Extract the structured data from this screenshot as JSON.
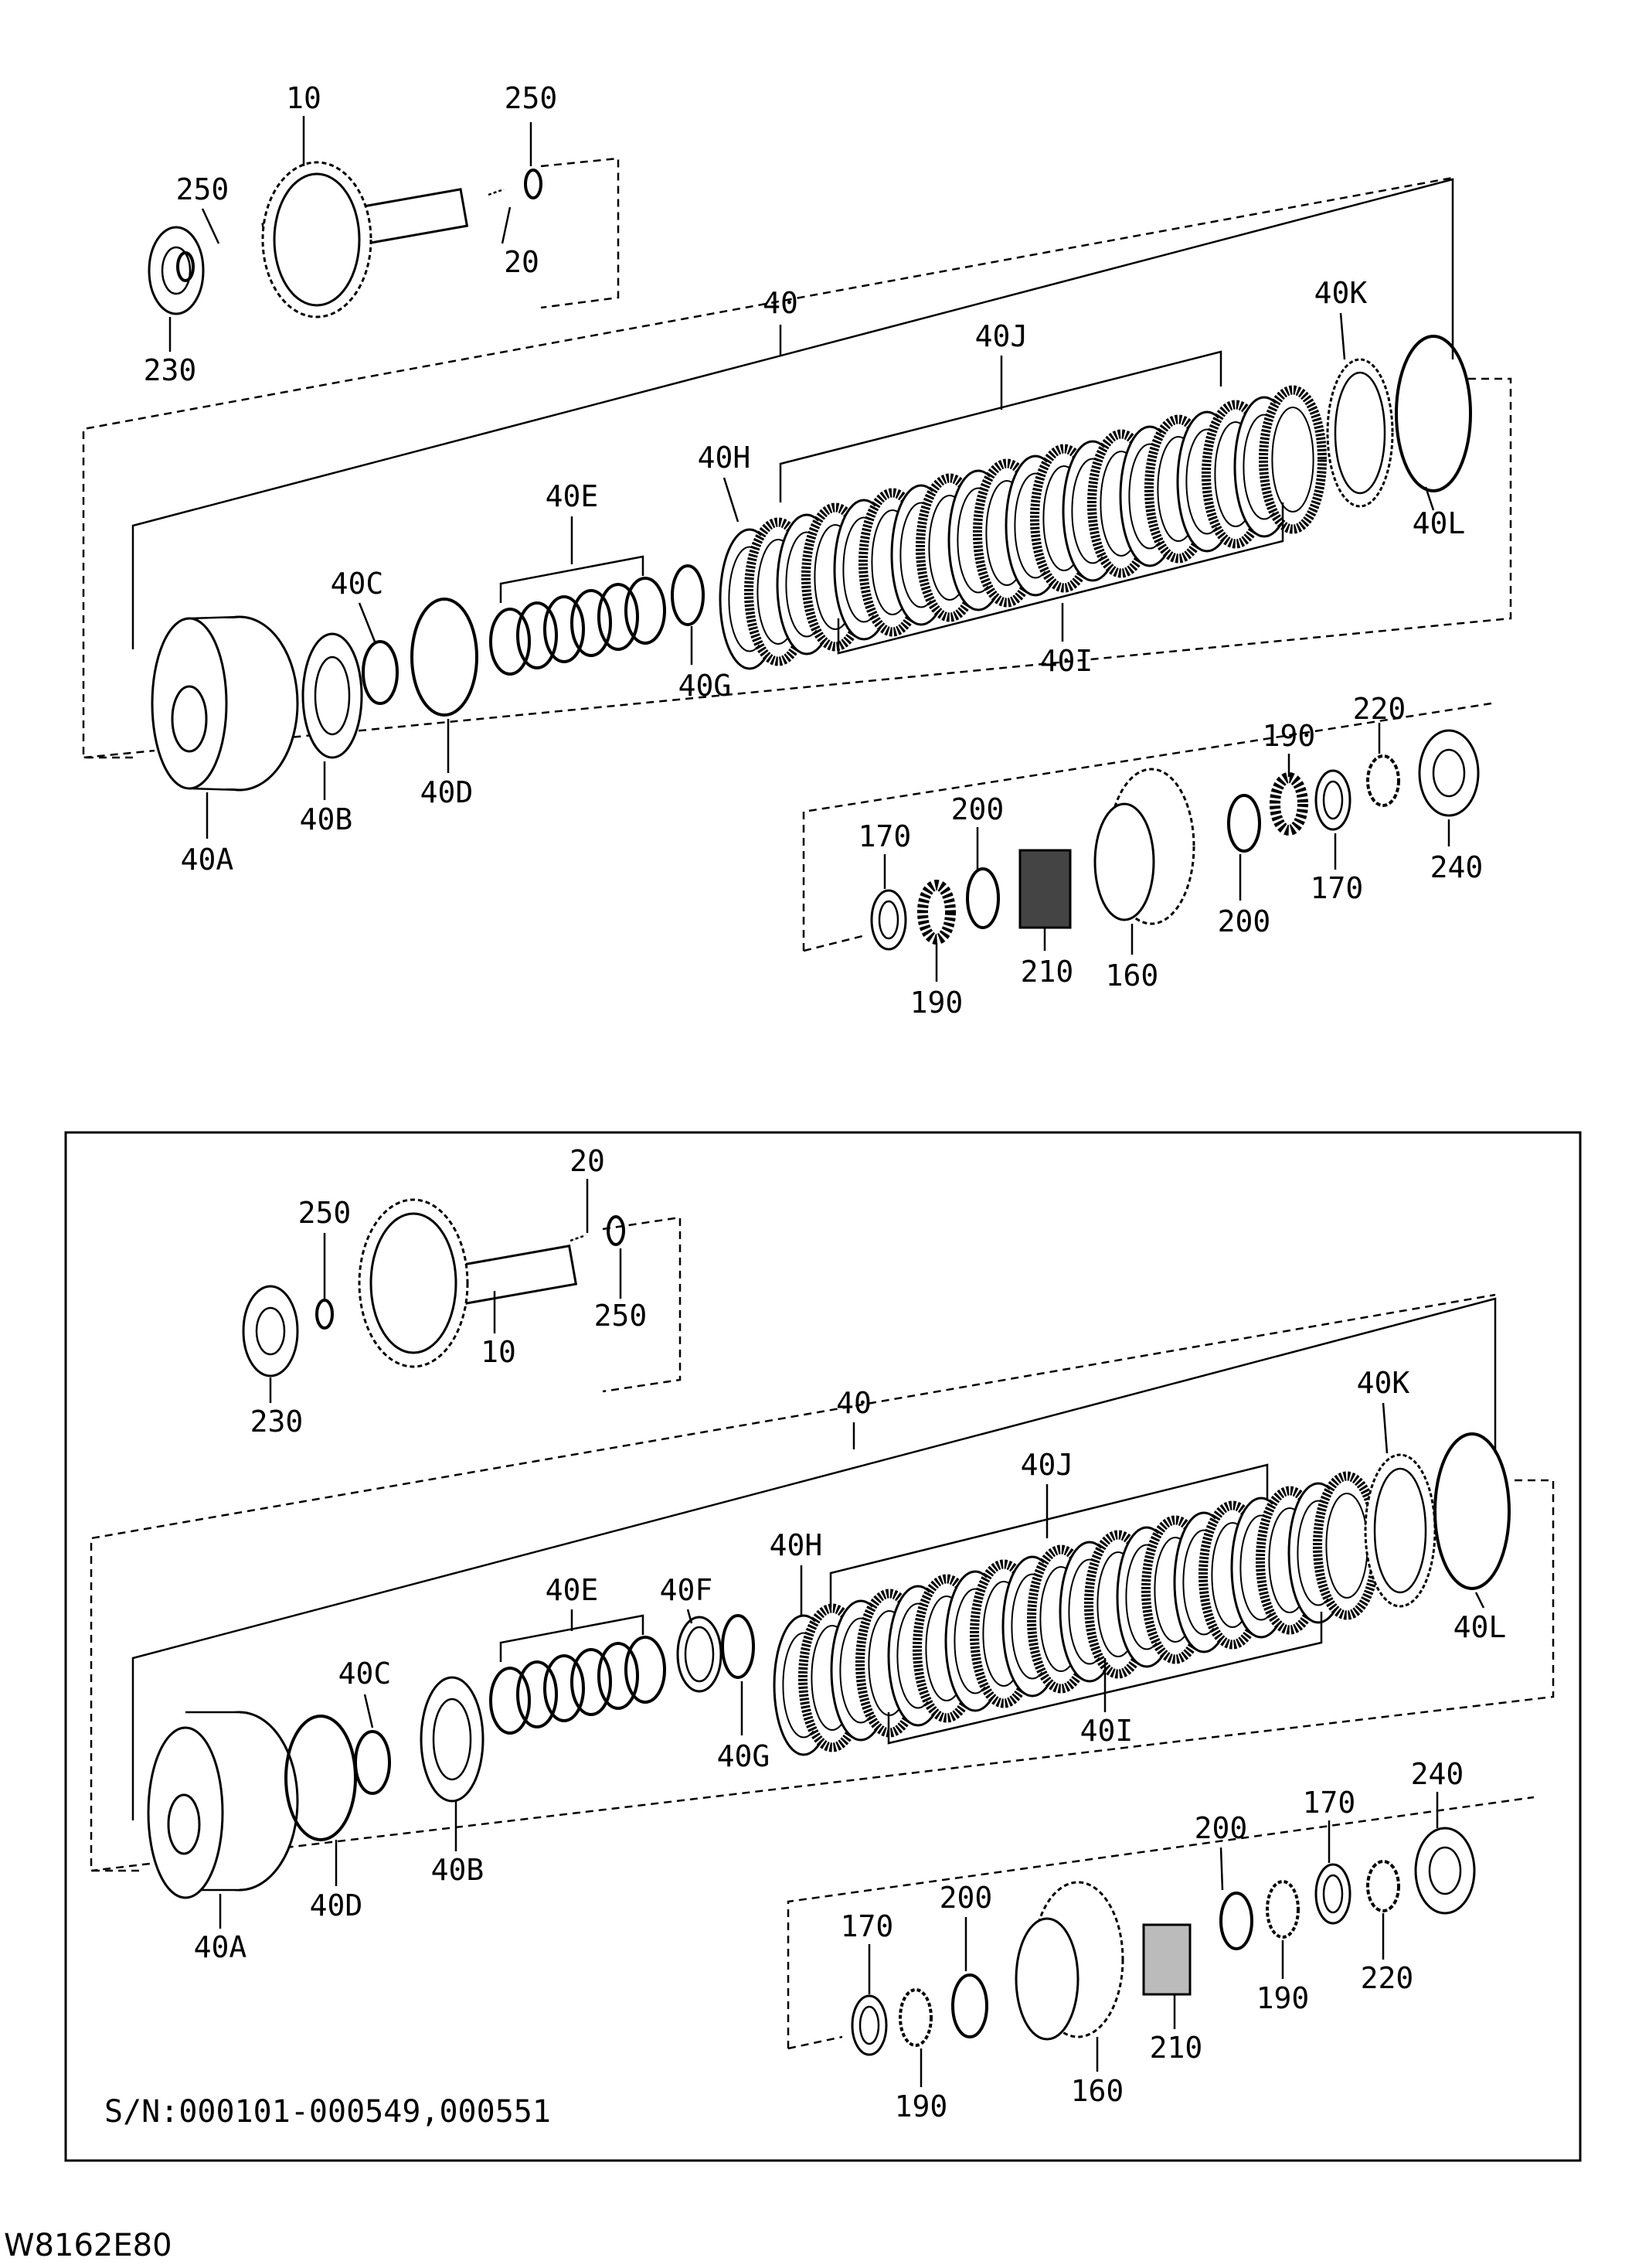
{
  "diagram_code": "W8162E80",
  "upper_view": {
    "labels": [
      "10",
      "250",
      "250",
      "20",
      "230",
      "40",
      "40J",
      "40K",
      "40H",
      "40E",
      "40C",
      "40L",
      "40G",
      "40I",
      "40A",
      "40B",
      "40D",
      "190",
      "220",
      "170",
      "200",
      "240",
      "210",
      "160",
      "200",
      "170",
      "190"
    ]
  },
  "lower_view": {
    "labels": [
      "20",
      "250",
      "250",
      "10",
      "230",
      "40",
      "40K",
      "40J",
      "40H",
      "40F",
      "40C",
      "40E",
      "40L",
      "40G",
      "40I",
      "40A",
      "40D",
      "40B",
      "240",
      "170",
      "200",
      "170",
      "200",
      "210",
      "190",
      "220",
      "190",
      "160"
    ],
    "serial_note": "S/N:000101-000549,000551"
  }
}
